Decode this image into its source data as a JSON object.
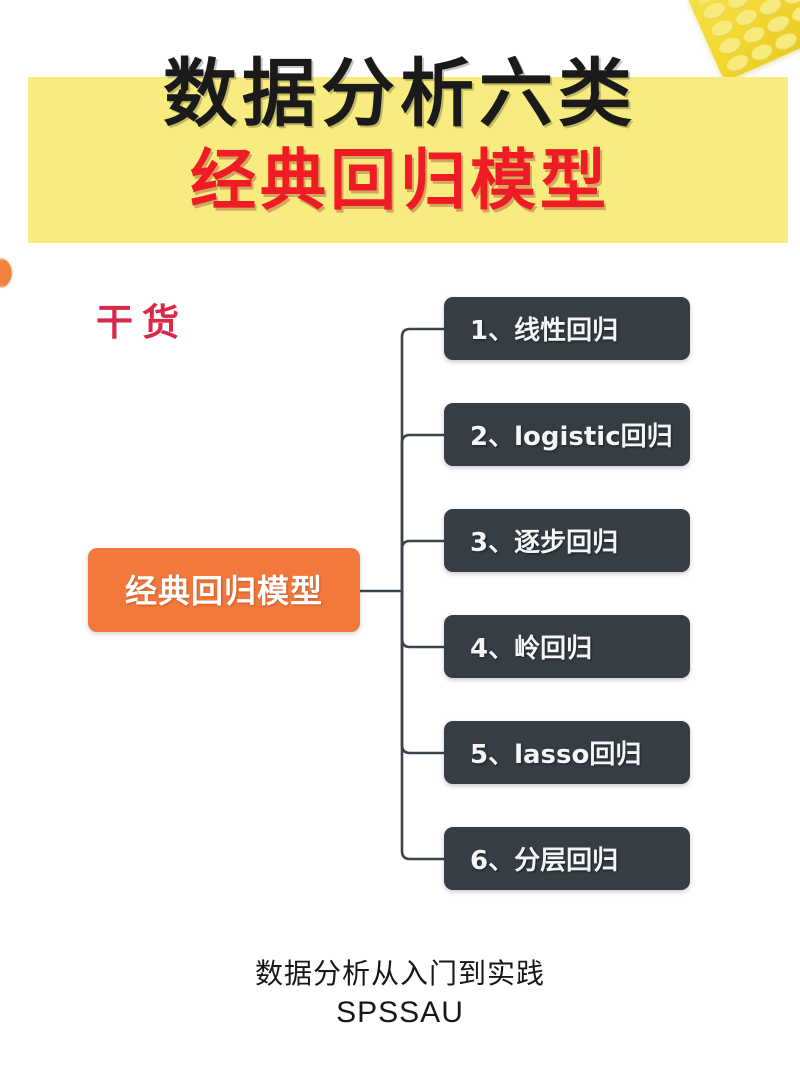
{
  "poster": {
    "header": {
      "title_main": "数据分析六类",
      "title_sub": "经典回归模型",
      "banner_color": "#f8ec80",
      "title_main_color": "#1a1a1a",
      "title_sub_color": "#ef1b25"
    },
    "stamp": {
      "label": "干货",
      "color": "#d8294a"
    },
    "decoration": {
      "calculator_icon": "calculator-icon",
      "calculator_color": "#f2d832",
      "edge_dot_icon": "orange-dot-icon",
      "edge_dot_color": "#f2783c"
    },
    "mindmap": {
      "root": {
        "label": "经典回归模型",
        "color": "#f2783c",
        "text_color": "#ffffff"
      },
      "node_color": "#373d45",
      "node_text_color": "#f4f5f7",
      "connector_color": "#3c424a",
      "nodes": [
        {
          "index": "1",
          "label": "1、线性回归"
        },
        {
          "index": "2",
          "label": "2、logistic回归"
        },
        {
          "index": "3",
          "label": "3、逐步回归"
        },
        {
          "index": "4",
          "label": "4、岭回归"
        },
        {
          "index": "5",
          "label": "5、lasso回归"
        },
        {
          "index": "6",
          "label": "6、分层回归"
        }
      ]
    },
    "footer": {
      "line1": "数据分析从入门到实践",
      "line2": "SPSSAU"
    }
  }
}
